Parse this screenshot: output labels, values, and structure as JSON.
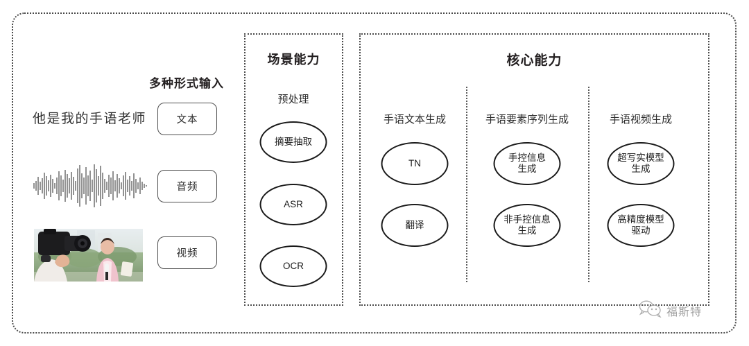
{
  "diagram": {
    "title_hidden": "",
    "input_section": {
      "group_title": "多种形式输入",
      "sample_text": "他是我的手语老师",
      "modalities": [
        {
          "label": "文本",
          "icon": "text-sample"
        },
        {
          "label": "音频",
          "icon": "audio-waveform"
        },
        {
          "label": "视频",
          "icon": "video-thumbnail"
        }
      ]
    },
    "scene_panel": {
      "title": "场景能力",
      "column_header": "预处理",
      "nodes": [
        {
          "label": "摘要抽取"
        },
        {
          "label": "ASR"
        },
        {
          "label": "OCR"
        }
      ]
    },
    "core_panel": {
      "title": "核心能力",
      "columns": [
        {
          "header": "手语文本生成",
          "nodes": [
            {
              "label": "TN"
            },
            {
              "label": "翻译"
            }
          ]
        },
        {
          "header": "手语要素序列生成",
          "nodes": [
            {
              "label": "手控信息\n生成"
            },
            {
              "label": "非手控信息\n生成"
            }
          ]
        },
        {
          "header": "手语视频生成",
          "nodes": [
            {
              "label": "超写实模型\n生成"
            },
            {
              "label": "高精度模型\n驱动"
            }
          ]
        }
      ]
    },
    "watermark": {
      "icon": "wechat-icon",
      "text": "福斯特"
    },
    "colors": {
      "stroke": "#1a1a1a",
      "dotted_border": "#4a4a4a",
      "text": "#231f20",
      "watermark": "#8e8e8e",
      "background": "#ffffff"
    }
  }
}
